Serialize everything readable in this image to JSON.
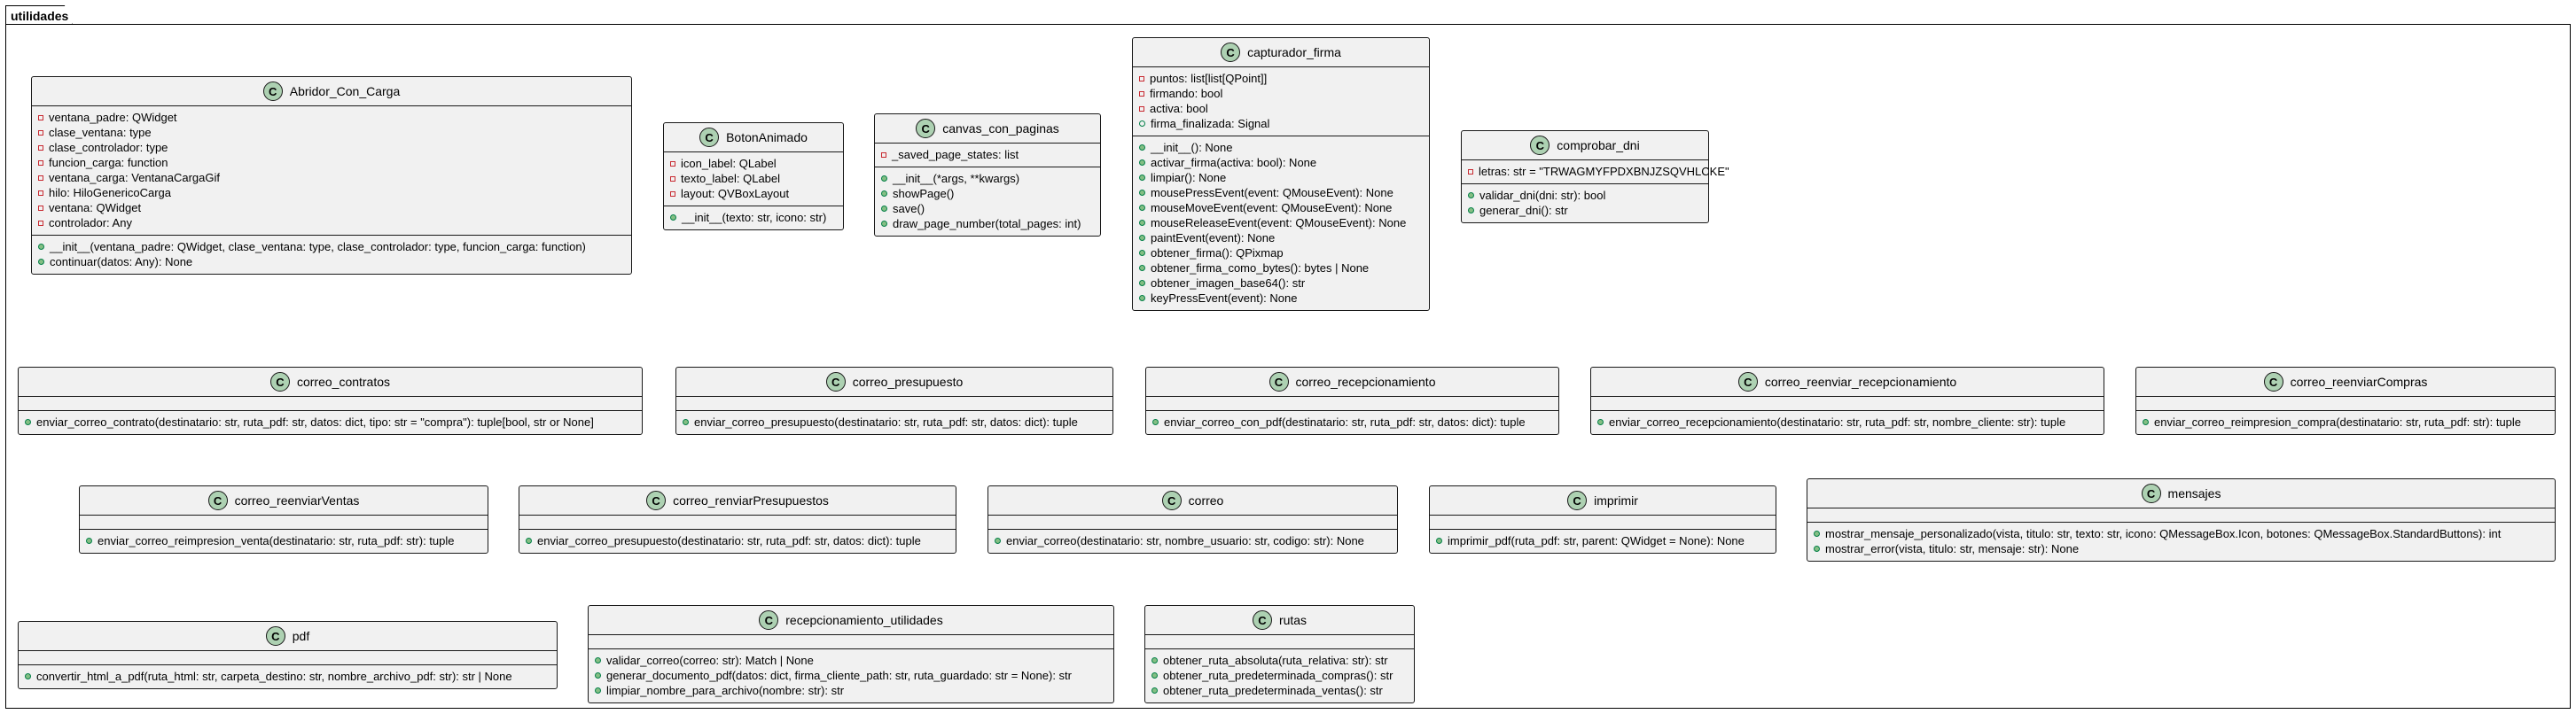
{
  "package": {
    "name": "utilidades"
  },
  "classes": [
    {
      "id": "abridor_con_carga",
      "name": "Abridor_Con_Carga",
      "attributes": [
        {
          "vis": "private",
          "text": "ventana_padre: QWidget"
        },
        {
          "vis": "private",
          "text": "clase_ventana: type"
        },
        {
          "vis": "private",
          "text": "clase_controlador: type"
        },
        {
          "vis": "private",
          "text": "funcion_carga: function"
        },
        {
          "vis": "private",
          "text": "ventana_carga: VentanaCargaGif"
        },
        {
          "vis": "private",
          "text": "hilo: HiloGenericoCarga"
        },
        {
          "vis": "private",
          "text": "ventana: QWidget"
        },
        {
          "vis": "private",
          "text": "controlador: Any"
        }
      ],
      "methods": [
        {
          "vis": "public",
          "text": "__init__(ventana_padre: QWidget, clase_ventana: type, clase_controlador: type, funcion_carga: function)"
        },
        {
          "vis": "public",
          "text": "continuar(datos: Any): None"
        }
      ]
    },
    {
      "id": "botonanimado",
      "name": "BotonAnimado",
      "attributes": [
        {
          "vis": "private",
          "text": "icon_label: QLabel"
        },
        {
          "vis": "private",
          "text": "texto_label: QLabel"
        },
        {
          "vis": "private",
          "text": "layout: QVBoxLayout"
        }
      ],
      "methods": [
        {
          "vis": "public",
          "text": "__init__(texto: str, icono: str)"
        }
      ]
    },
    {
      "id": "canvas_con_paginas",
      "name": "canvas_con_paginas",
      "attributes": [
        {
          "vis": "private",
          "text": "_saved_page_states: list"
        }
      ],
      "methods": [
        {
          "vis": "public",
          "text": "__init__(*args, **kwargs)"
        },
        {
          "vis": "public",
          "text": "showPage()"
        },
        {
          "vis": "public",
          "text": "save()"
        },
        {
          "vis": "public",
          "text": "draw_page_number(total_pages: int)"
        }
      ]
    },
    {
      "id": "capturador_firma",
      "name": "capturador_firma",
      "attributes": [
        {
          "vis": "private",
          "text": "puntos: list[list[QPoint]]"
        },
        {
          "vis": "private",
          "text": "firmando: bool"
        },
        {
          "vis": "private",
          "text": "activa: bool"
        },
        {
          "vis": "public-open",
          "text": "firma_finalizada: Signal"
        }
      ],
      "methods": [
        {
          "vis": "public",
          "text": "__init__(): None"
        },
        {
          "vis": "public",
          "text": "activar_firma(activa: bool): None"
        },
        {
          "vis": "public",
          "text": "limpiar(): None"
        },
        {
          "vis": "public",
          "text": "mousePressEvent(event: QMouseEvent): None"
        },
        {
          "vis": "public",
          "text": "mouseMoveEvent(event: QMouseEvent): None"
        },
        {
          "vis": "public",
          "text": "mouseReleaseEvent(event: QMouseEvent): None"
        },
        {
          "vis": "public",
          "text": "paintEvent(event): None"
        },
        {
          "vis": "public",
          "text": "obtener_firma(): QPixmap"
        },
        {
          "vis": "public",
          "text": "obtener_firma_como_bytes(): bytes | None"
        },
        {
          "vis": "public",
          "text": "obtener_imagen_base64(): str"
        },
        {
          "vis": "public",
          "text": "keyPressEvent(event): None"
        }
      ]
    },
    {
      "id": "comprobar_dni",
      "name": "comprobar_dni",
      "attributes": [
        {
          "vis": "private",
          "text": "letras: str = \"TRWAGMYFPDXBNJZSQVHLCKE\""
        }
      ],
      "methods": [
        {
          "vis": "public",
          "text": "validar_dni(dni: str): bool"
        },
        {
          "vis": "public",
          "text": "generar_dni(): str"
        }
      ]
    },
    {
      "id": "correo_contratos",
      "name": "correo_contratos",
      "attributes": [],
      "methods": [
        {
          "vis": "public",
          "text": "enviar_correo_contrato(destinatario: str, ruta_pdf: str, datos: dict, tipo: str = \"compra\"): tuple[bool, str or None]"
        }
      ]
    },
    {
      "id": "correo_presupuesto",
      "name": "correo_presupuesto",
      "attributes": [],
      "methods": [
        {
          "vis": "public",
          "text": "enviar_correo_presupuesto(destinatario: str, ruta_pdf: str, datos: dict): tuple"
        }
      ]
    },
    {
      "id": "correo_recepcionamiento",
      "name": "correo_recepcionamiento",
      "attributes": [],
      "methods": [
        {
          "vis": "public",
          "text": "enviar_correo_con_pdf(destinatario: str, ruta_pdf: str, datos: dict): tuple"
        }
      ]
    },
    {
      "id": "correo_reenviar_recepcionamiento",
      "name": "correo_reenviar_recepcionamiento",
      "attributes": [],
      "methods": [
        {
          "vis": "public",
          "text": "enviar_correo_recepcionamiento(destinatario: str, ruta_pdf: str, nombre_cliente: str): tuple"
        }
      ]
    },
    {
      "id": "correo_reenviarcompras",
      "name": "correo_reenviarCompras",
      "attributes": [],
      "methods": [
        {
          "vis": "public",
          "text": "enviar_correo_reimpresion_compra(destinatario: str, ruta_pdf: str): tuple"
        }
      ]
    },
    {
      "id": "correo_reenviarventas",
      "name": "correo_reenviarVentas",
      "attributes": [],
      "methods": [
        {
          "vis": "public",
          "text": "enviar_correo_reimpresion_venta(destinatario: str, ruta_pdf: str): tuple"
        }
      ]
    },
    {
      "id": "correo_renviarpresupuestos",
      "name": "correo_renviarPresupuestos",
      "attributes": [],
      "methods": [
        {
          "vis": "public",
          "text": "enviar_correo_presupuesto(destinatario: str, ruta_pdf: str, datos: dict): tuple"
        }
      ]
    },
    {
      "id": "correo",
      "name": "correo",
      "attributes": [],
      "methods": [
        {
          "vis": "public",
          "text": "enviar_correo(destinatario: str, nombre_usuario: str, codigo: str): None"
        }
      ]
    },
    {
      "id": "imprimir",
      "name": "imprimir",
      "attributes": [],
      "methods": [
        {
          "vis": "public",
          "text": "imprimir_pdf(ruta_pdf: str, parent: QWidget = None): None"
        }
      ]
    },
    {
      "id": "mensajes",
      "name": "mensajes",
      "attributes": [],
      "methods": [
        {
          "vis": "public",
          "text": "mostrar_mensaje_personalizado(vista, titulo: str, texto: str, icono: QMessageBox.Icon, botones: QMessageBox.StandardButtons): int"
        },
        {
          "vis": "public",
          "text": "mostrar_error(vista, titulo: str, mensaje: str): None"
        }
      ]
    },
    {
      "id": "pdf",
      "name": "pdf",
      "attributes": [],
      "methods": [
        {
          "vis": "public",
          "text": "convertir_html_a_pdf(ruta_html: str, carpeta_destino: str, nombre_archivo_pdf: str): str | None"
        }
      ]
    },
    {
      "id": "recepcionamiento_utilidades",
      "name": "recepcionamiento_utilidades",
      "attributes": [],
      "methods": [
        {
          "vis": "public",
          "text": "validar_correo(correo: str): Match | None"
        },
        {
          "vis": "public",
          "text": "generar_documento_pdf(datos: dict, firma_cliente_path: str, ruta_guardado: str = None): str"
        },
        {
          "vis": "public",
          "text": "limpiar_nombre_para_archivo(nombre: str): str"
        }
      ]
    },
    {
      "id": "rutas",
      "name": "rutas",
      "attributes": [],
      "methods": [
        {
          "vis": "public",
          "text": "obtener_ruta_absoluta(ruta_relativa: str): str"
        },
        {
          "vis": "public",
          "text": "obtener_ruta_predeterminada_compras(): str"
        },
        {
          "vis": "public",
          "text": "obtener_ruta_predeterminada_ventas(): str"
        }
      ]
    }
  ]
}
